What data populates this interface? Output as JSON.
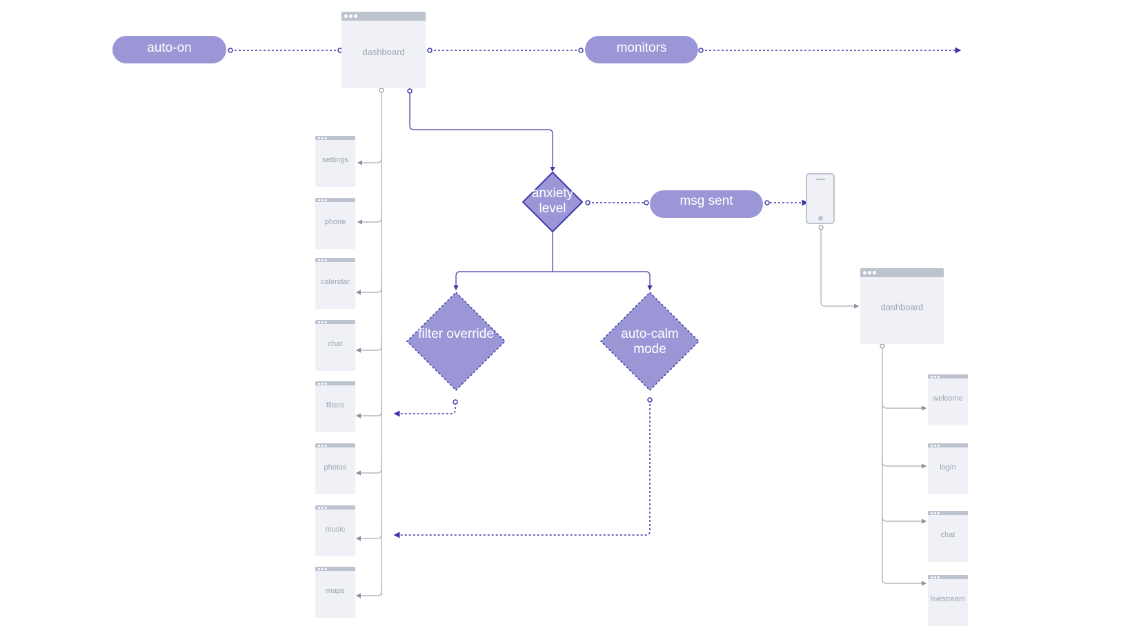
{
  "pills": {
    "auto_on": "auto-on",
    "monitors": "monitors",
    "msg_sent": "msg sent"
  },
  "decisions": {
    "anxiety_level": "anxiety level",
    "filter_override": "filter override",
    "auto_calm_mode": "auto-calm mode"
  },
  "main_dashboard": "dashboard",
  "left_screens": [
    "settings",
    "phone",
    "calendar",
    "chat",
    "filters",
    "photos",
    "music",
    "maps"
  ],
  "right_dashboard": "dashboard",
  "right_screens": [
    "welcome",
    "login",
    "chat",
    "livestream"
  ],
  "colors": {
    "pill": "#9b97d6",
    "diamond_fill": "#9b97d6",
    "connector": "#3d36a8",
    "gray_line": "#a7abb3",
    "window_bg": "#eff1f6",
    "window_bar": "#bcc3ce"
  },
  "icons": {
    "device": "smartphone-icon"
  }
}
